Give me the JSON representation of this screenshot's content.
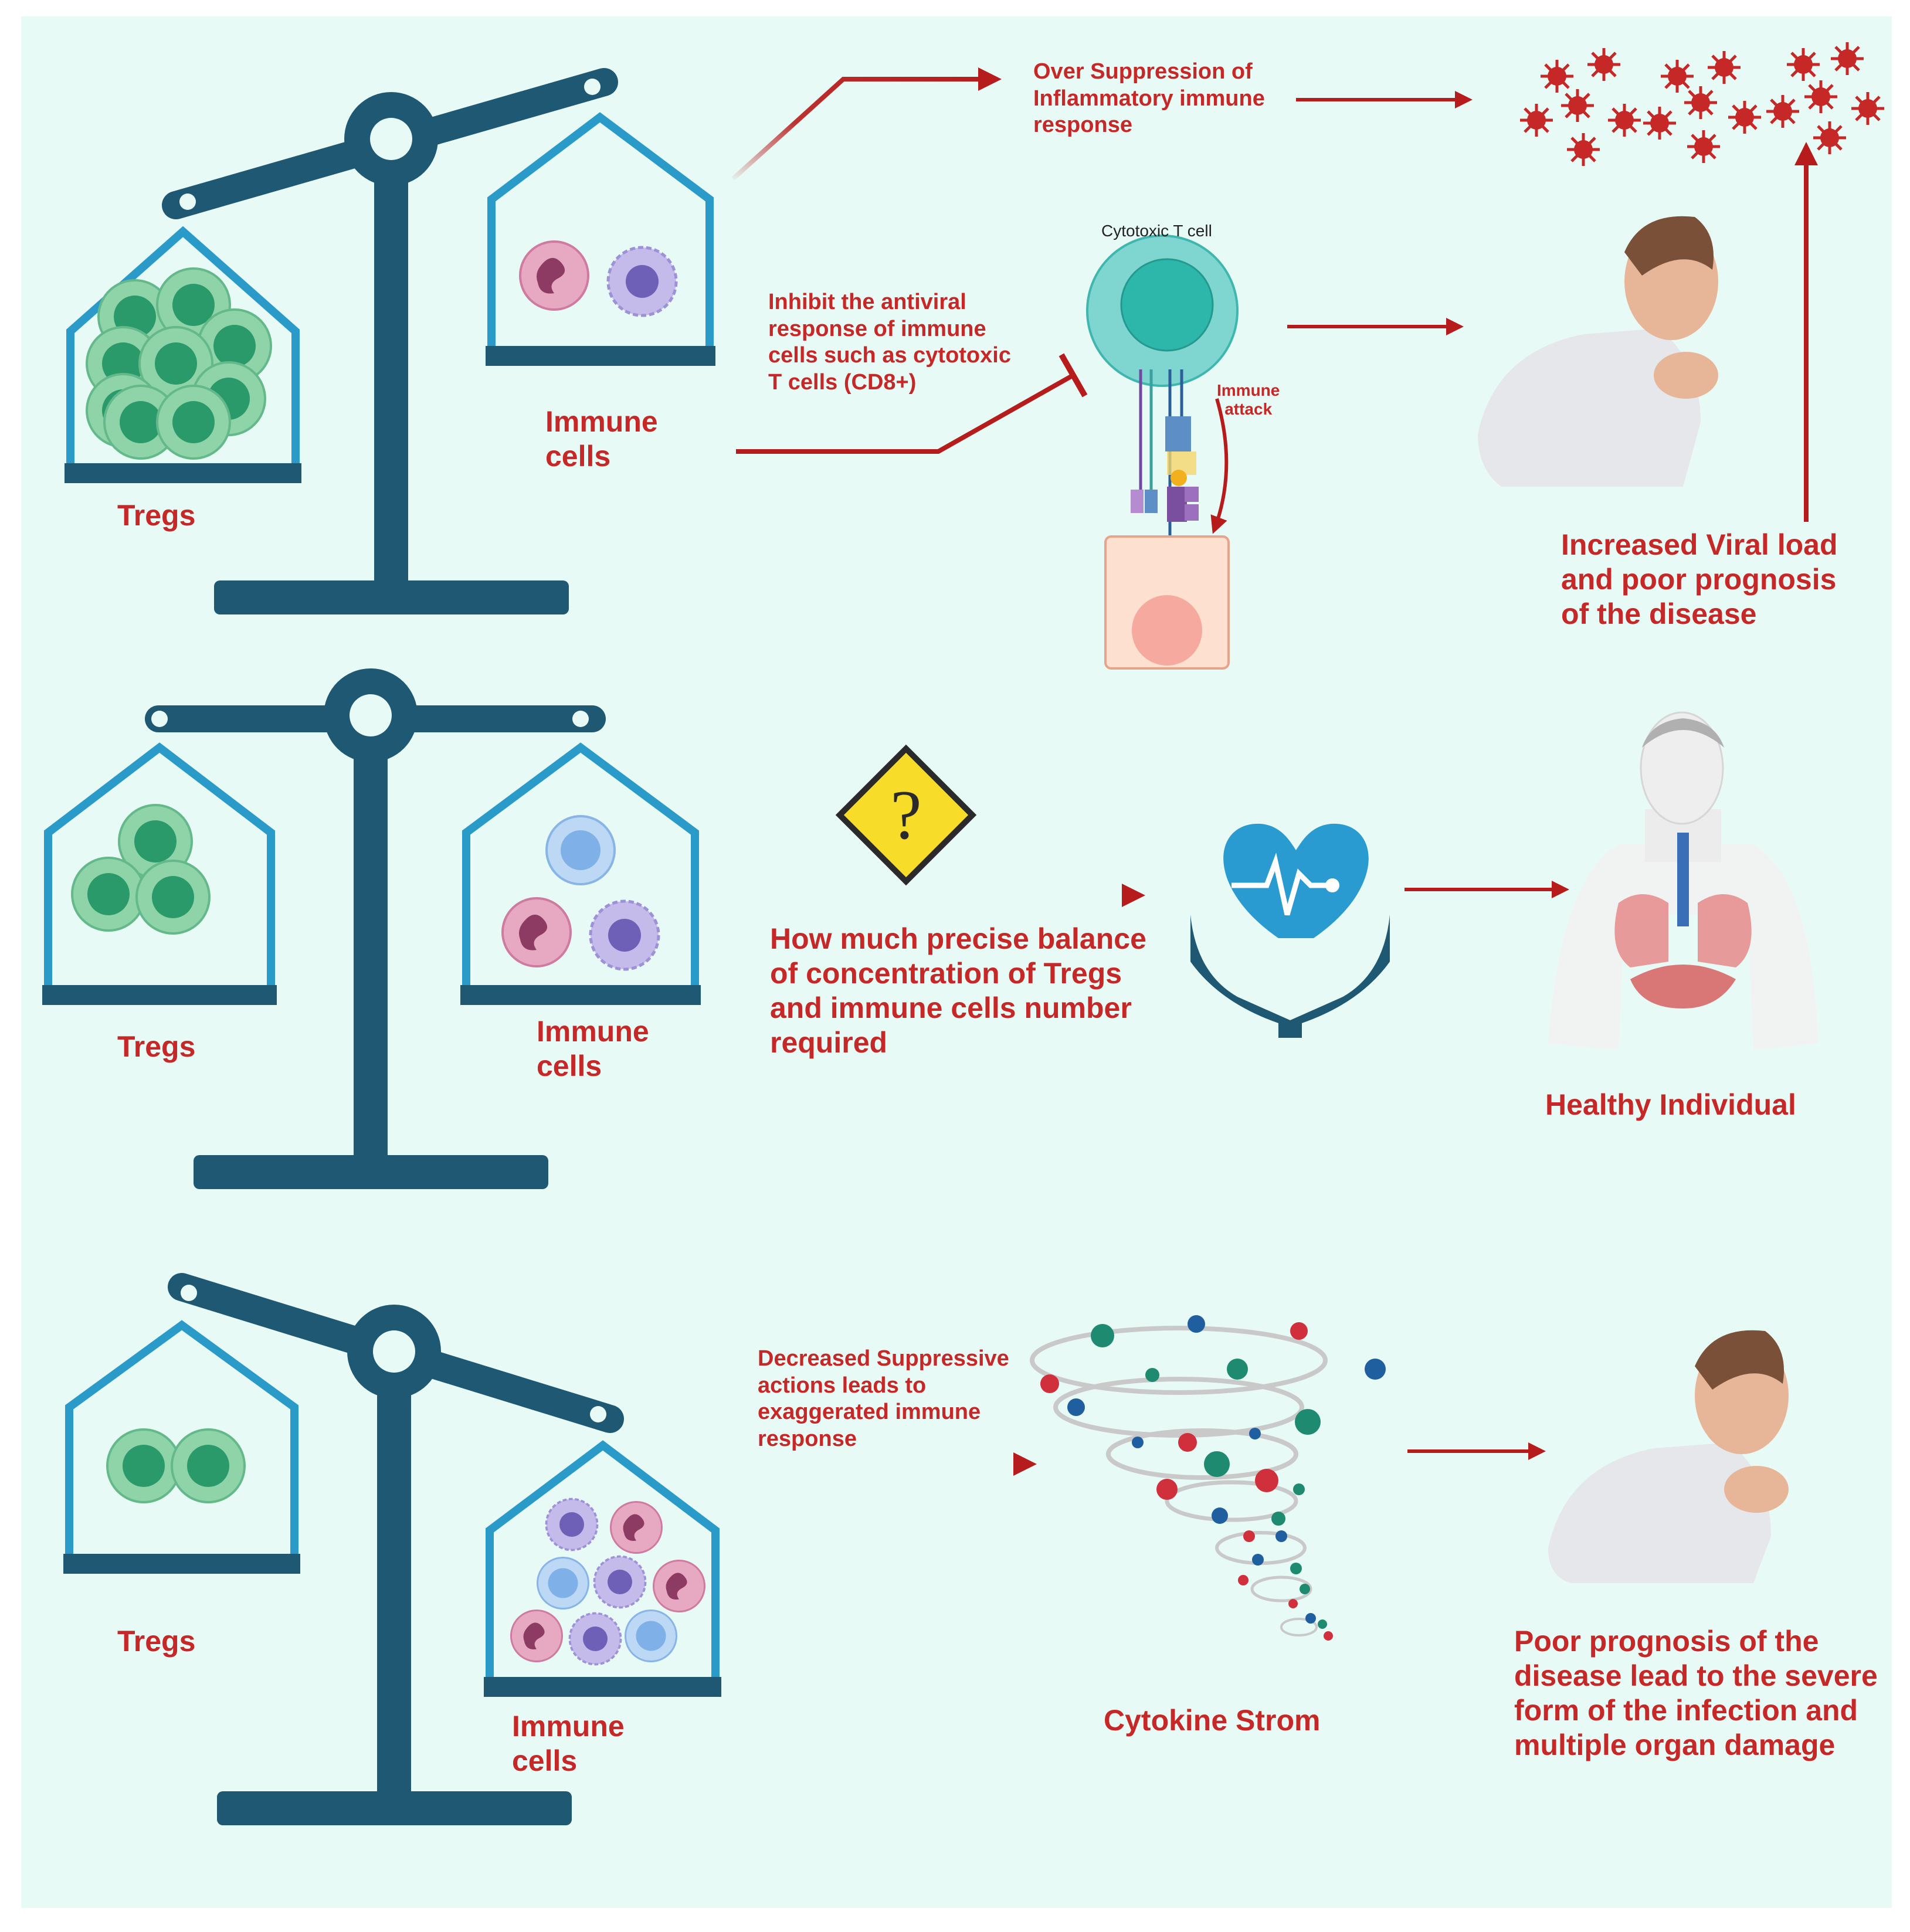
{
  "colors": {
    "background": "#e8faf6",
    "scale": "#1f5872",
    "basket": "#2a9bc9",
    "treg_fill": "#7fcda0",
    "treg_core": "#2a9a6a",
    "arrow_red": "#b71c1c",
    "text_red": "#c62828",
    "neutrophil": "#d47aa0",
    "monocyte": "#a79ad8",
    "lymphocyte": "#8fbcee",
    "virus": "#c62828",
    "heart": "#2a9bd0",
    "warning": "#f7dd2a"
  },
  "row1": {
    "left_label": "Tregs",
    "right_label": "Immune\ncells",
    "top_text": "Over Suppression of\nInflammatory immune\nresponse",
    "inhibit_text": "Inhibit the antiviral\nresponse of immune\ncells such as cytotoxic\nT cells (CD8+)",
    "cell_label": "Cytotoxic T cell",
    "attack_label": "Immune\nattack",
    "outcome": "Increased Viral load\nand poor prognosis\nof the disease"
  },
  "row2": {
    "left_label": "Tregs",
    "right_label": "Immune\ncells",
    "question_text": "How much precise balance\nof concentration of Tregs\nand immune cells number\nrequired",
    "warning_glyph": "?",
    "outcome": "Healthy Individual"
  },
  "row3": {
    "left_label": "Tregs",
    "right_label": "Immune\ncells",
    "middle_text": "Decreased Suppressive\nactions leads to\nexaggerated immune\nresponse",
    "storm_label": "Cytokine Strom",
    "outcome": "Poor prognosis of the\ndisease lead to the severe\nform of the infection and\nmultiple organ damage"
  },
  "icons": [
    "balance-scale-icon",
    "treg-cell-icon",
    "neutrophil-icon",
    "monocyte-icon",
    "lymphocyte-icon",
    "virus-icon",
    "cytotoxic-t-cell-icon",
    "target-cell-icon",
    "sick-person-icon",
    "warning-question-icon",
    "heart-hands-icon",
    "healthy-body-icon",
    "cytokine-tornado-icon"
  ]
}
